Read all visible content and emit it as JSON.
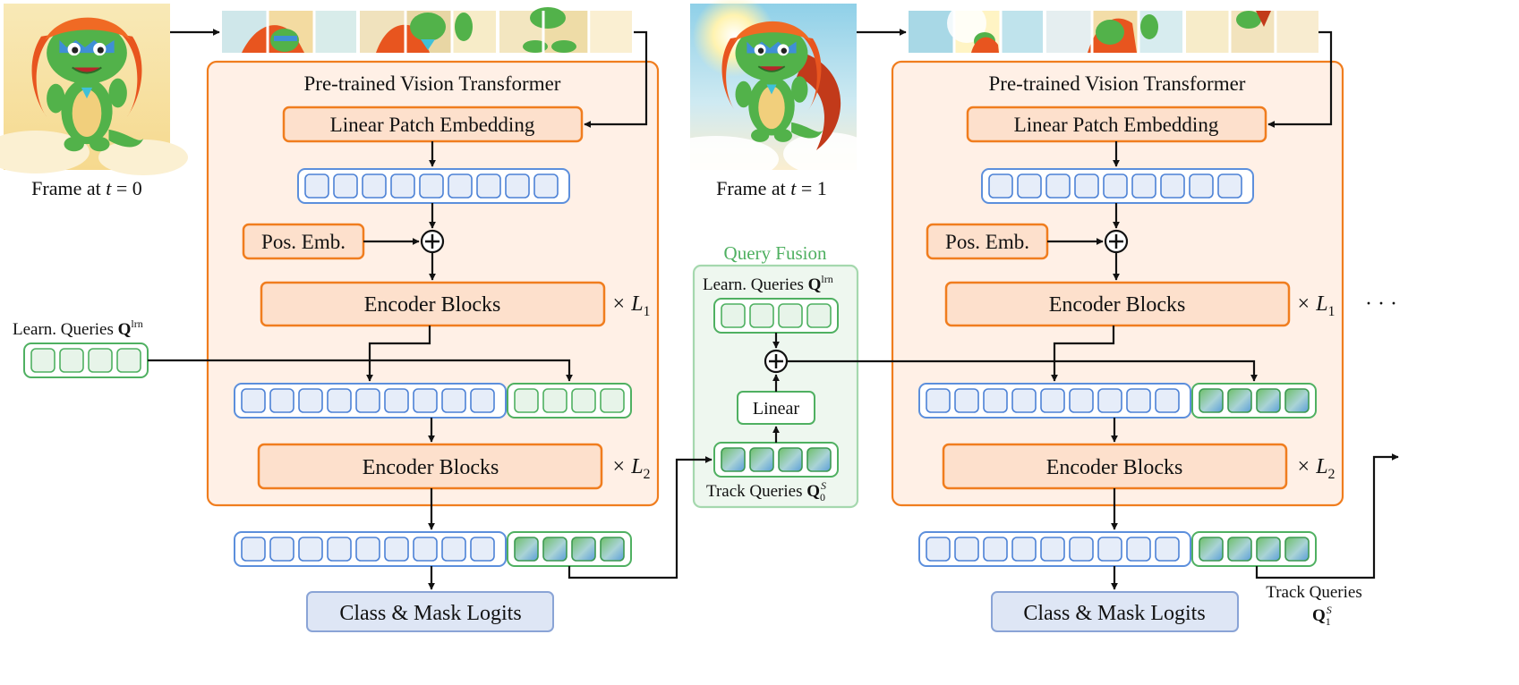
{
  "left": {
    "frame_caption": "Frame at ",
    "frame_var": "t",
    "frame_eq": " = 0",
    "panel_title": "Pre-trained Vision Transformer",
    "patch_embedding": "Linear Patch Embedding",
    "pos_emb": "Pos. Emb.",
    "encoder1": "Encoder Blocks",
    "encoder2": "Encoder Blocks",
    "repeat1_base": "× L",
    "repeat1_sub": "1",
    "repeat2_base": "× L",
    "repeat2_sub": "2",
    "learn_queries_label": "Learn. Queries ",
    "learn_queries_bold": "Q",
    "learn_queries_sup": "lrn",
    "logits": "Class & Mask Logits"
  },
  "fusion": {
    "title": "Query Fusion",
    "learn_label": "Learn. Queries ",
    "learn_bold": "Q",
    "learn_sup": "lrn",
    "linear": "Linear",
    "track_label": "Track Queries ",
    "track_bold": "Q",
    "track_sup": "S",
    "track_sub": "0"
  },
  "right": {
    "frame_caption": "Frame at ",
    "frame_var": "t",
    "frame_eq": " = 1",
    "panel_title": "Pre-trained Vision Transformer",
    "patch_embedding": "Linear Patch Embedding",
    "pos_emb": "Pos. Emb.",
    "encoder1": "Encoder Blocks",
    "encoder2": "Encoder Blocks",
    "repeat1_base": "× L",
    "repeat1_sub": "1",
    "repeat2_base": "× L",
    "repeat2_sub": "2",
    "logits": "Class & Mask Logits",
    "track_out_label": "Track Queries",
    "track_out_bold": "Q",
    "track_out_sup": "S",
    "track_out_sub": "1",
    "ellipsis": "· · ·"
  },
  "colors": {
    "orange_border": "#f07d1e",
    "orange_fill": "#fde0cc",
    "panel_fill": "#fff0e6",
    "token_blue": "#4d82d6",
    "query_green": "#4fb061",
    "fusion_title": "#4fb061",
    "logits_fill": "#dee6f5"
  },
  "icons": {
    "frame0_image": "cartoon-dragon-character-image",
    "frame1_image": "cartoon-dragon-flying-sky-image",
    "add_op": "circled-plus-icon"
  }
}
